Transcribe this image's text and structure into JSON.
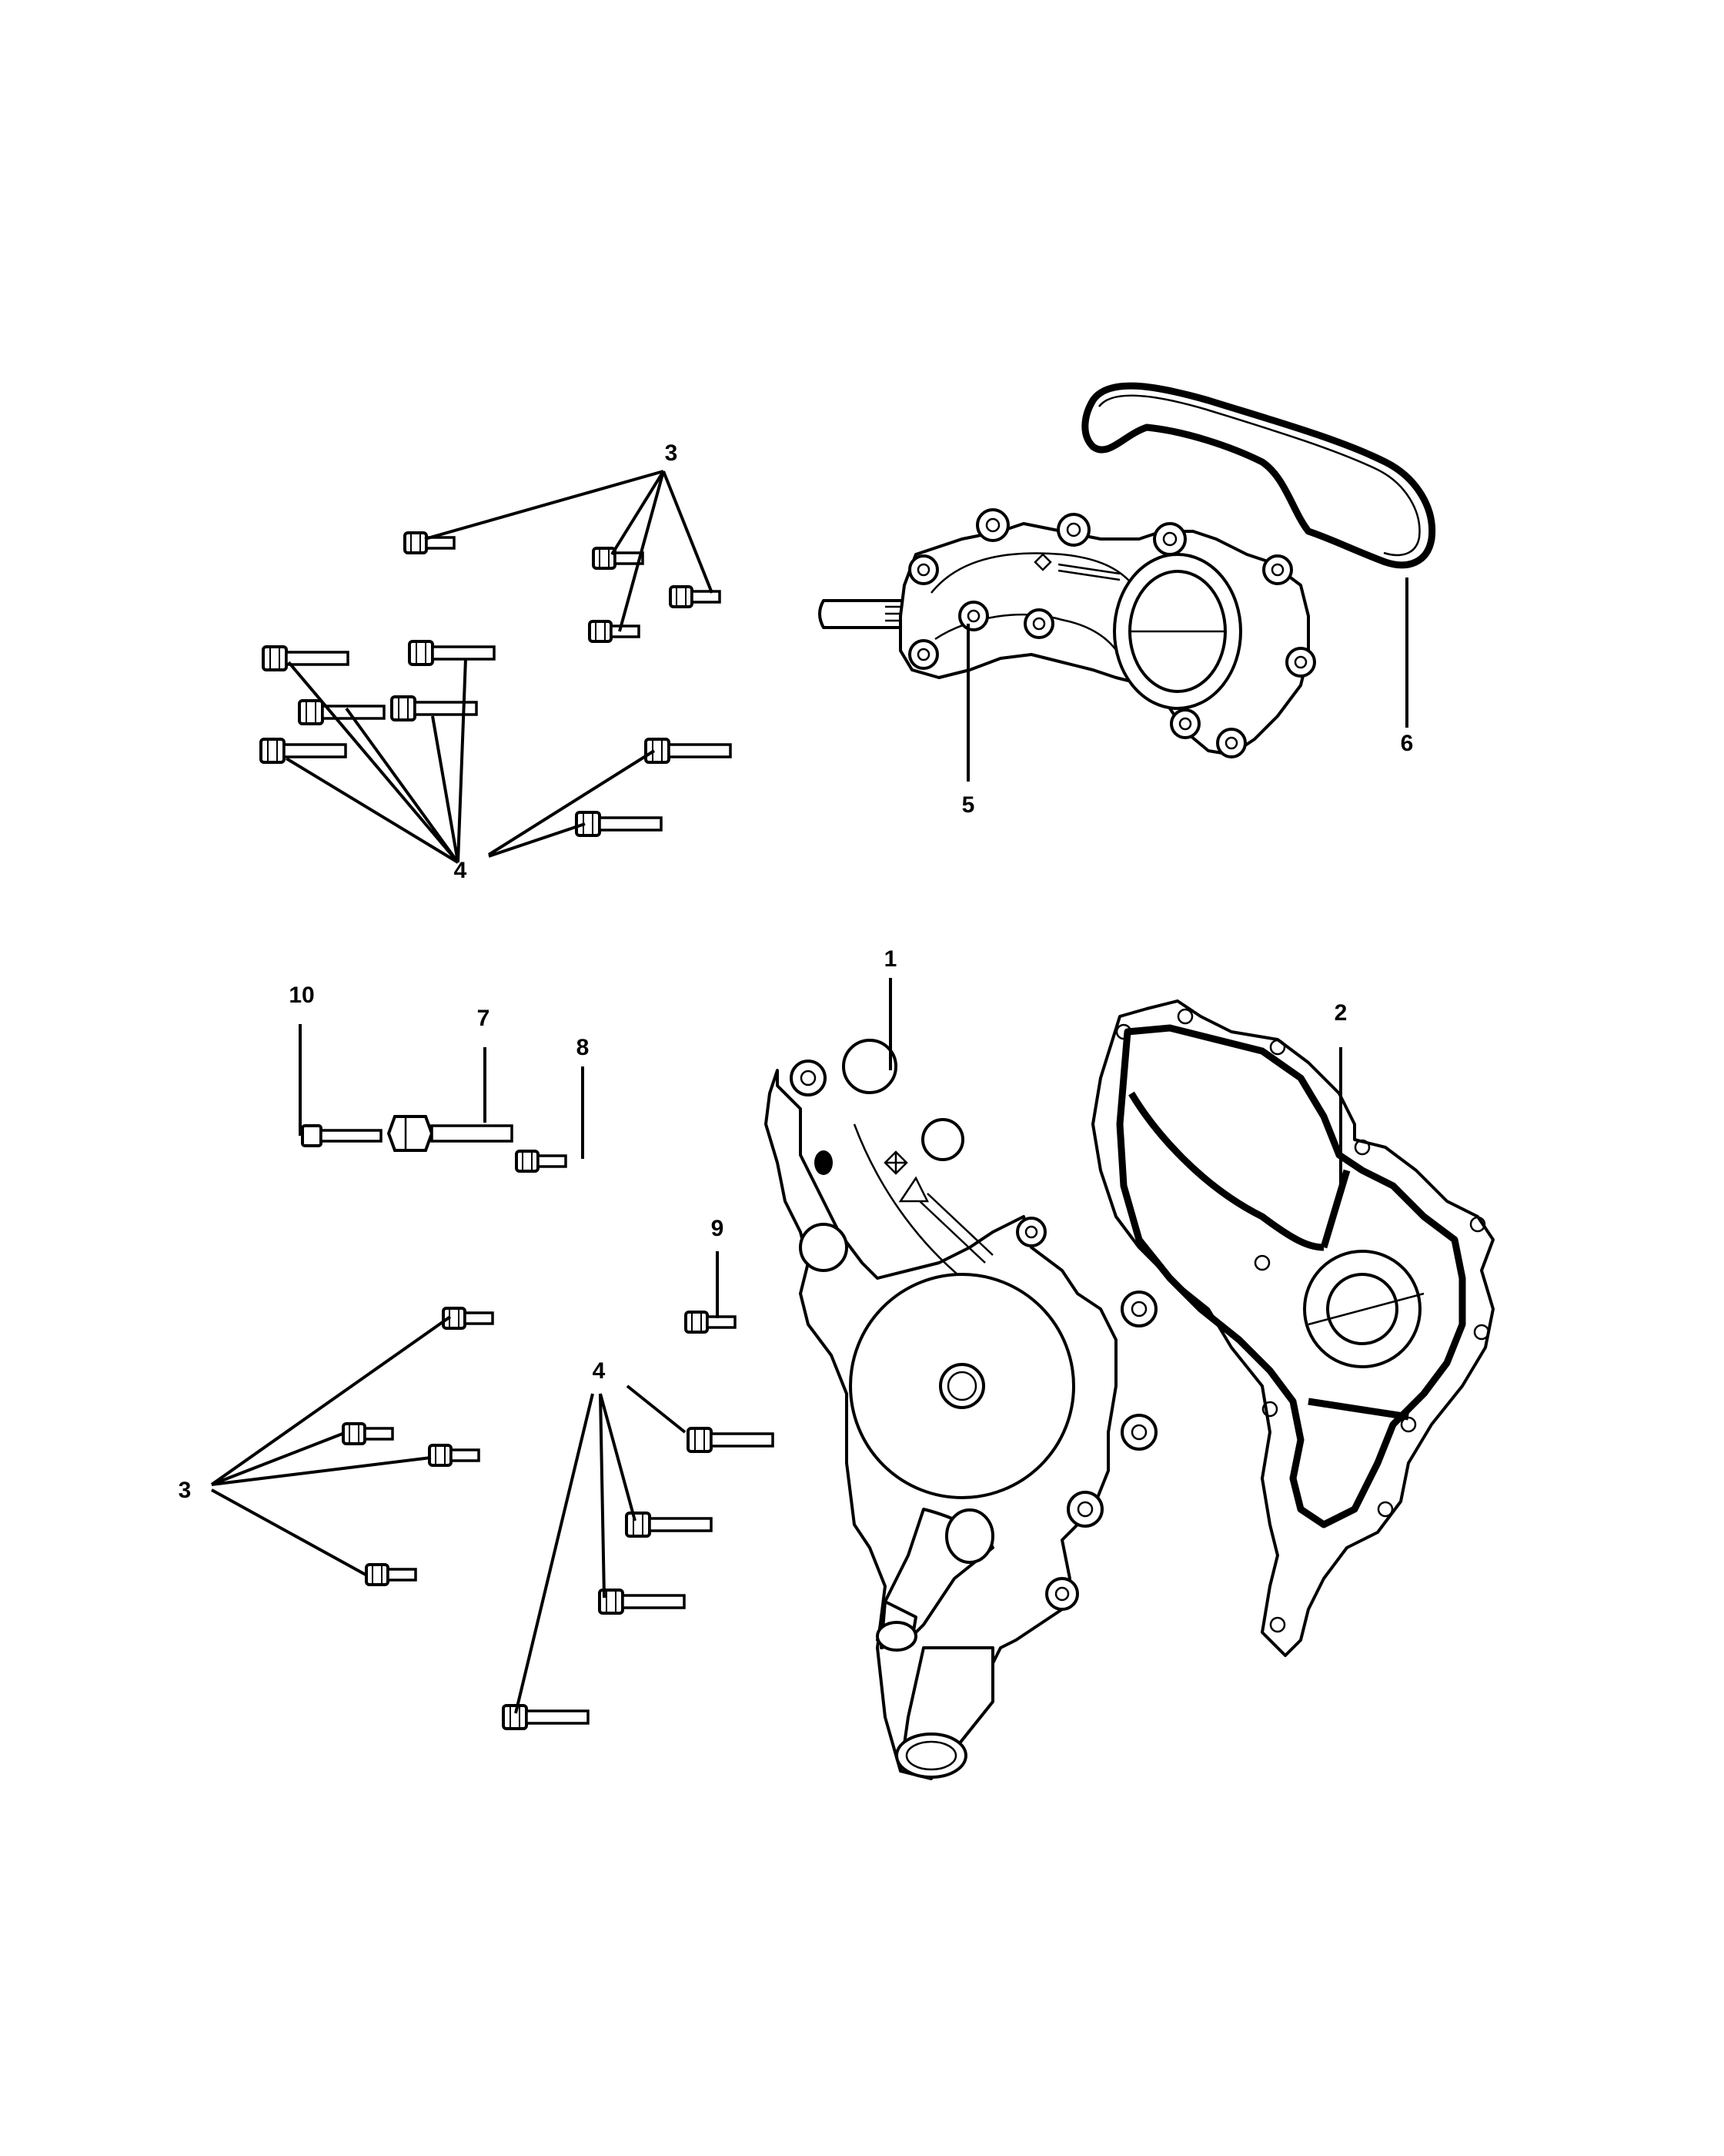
{
  "callouts": {
    "c1": "1",
    "c2": "2",
    "c3_top": "3",
    "c3_bottom": "3",
    "c4_top": "4",
    "c4_bottom": "4",
    "c5": "5",
    "c6": "6",
    "c7": "7",
    "c8": "8",
    "c9": "9",
    "c10": "10"
  }
}
